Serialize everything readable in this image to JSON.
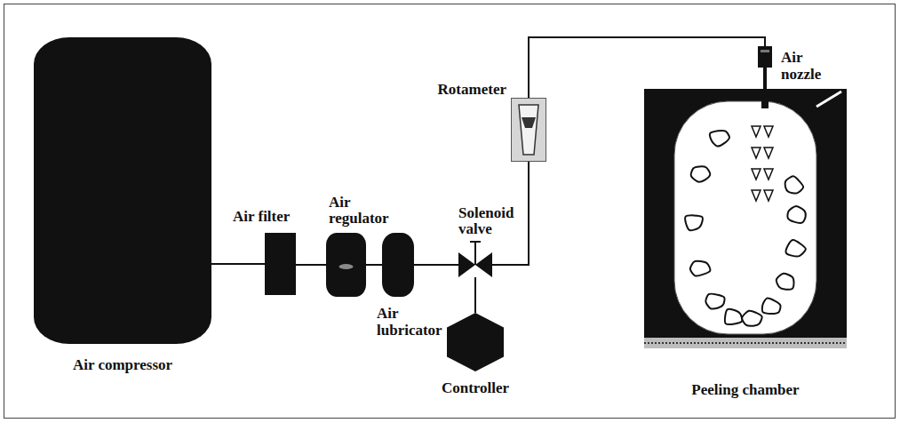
{
  "diagram": {
    "nodes": [
      {
        "text": [
          "Air compressor"
        ]
      },
      {
        "text": [
          "Air filter"
        ]
      },
      {
        "text": [
          "Air regulator"
        ]
      },
      {
        "text": [
          "Air lubricator"
        ]
      },
      {
        "text": [
          "Solenoid valve"
        ]
      },
      {
        "text": [
          "Controller"
        ]
      },
      {
        "text": [
          "Rotameter"
        ]
      },
      {
        "text": [
          "Air nozzle"
        ]
      },
      {
        "text": [
          "Peeling chamber"
        ]
      }
    ],
    "edges": [
      {
        "from": 0,
        "to": 1,
        "arrow": "none"
      },
      {
        "from": 1,
        "to": 2,
        "arrow": "none"
      },
      {
        "from": 2,
        "to": 3,
        "arrow": "none"
      },
      {
        "from": 3,
        "to": 4,
        "arrow": "none"
      },
      {
        "from": 4,
        "to": 5,
        "arrow": "none"
      },
      {
        "from": 4,
        "to": 6,
        "arrow": "none"
      },
      {
        "from": 6,
        "to": 7,
        "arrow": "none"
      }
    ]
  }
}
